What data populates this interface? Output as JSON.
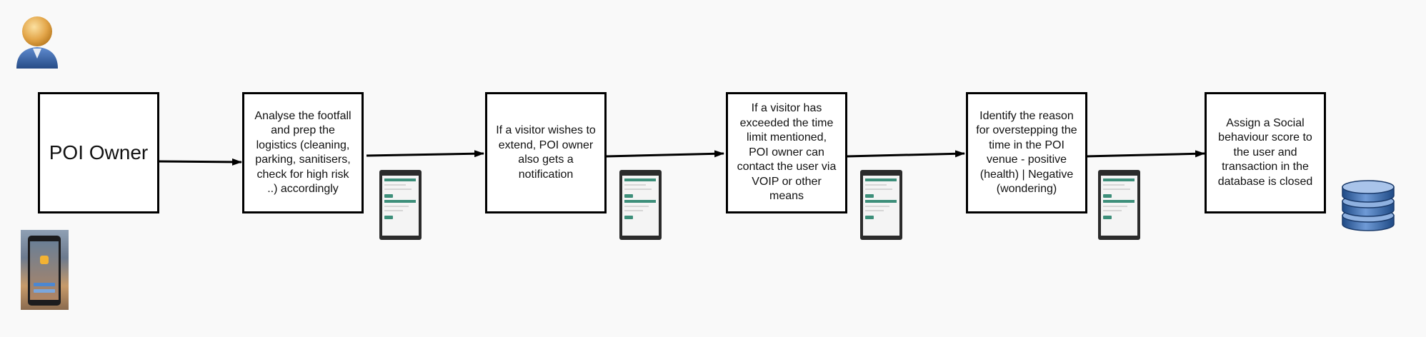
{
  "steps": [
    {
      "id": "poi-owner",
      "text": "POI Owner"
    },
    {
      "id": "analyse",
      "text": "Analyse the footfall and prep the logistics (cleaning, parking, sanitisers, check for high risk ..) accordingly"
    },
    {
      "id": "extend",
      "text": "If a visitor wishes to extend, POI owner also gets a notification"
    },
    {
      "id": "exceeded",
      "text": "If a visitor has exceeded the time limit mentioned, POI owner can contact the user via VOIP or other means"
    },
    {
      "id": "identify",
      "text": "Identify the reason for overstepping the time in the POI venue - positive (health) | Negative (wondering)"
    },
    {
      "id": "assign",
      "text": "Assign a Social behaviour score to the user and transaction in the database is closed"
    }
  ],
  "icons": {
    "actor": "user-icon",
    "mobile_app": "mobile-app-screenshot",
    "phone": "phone-screen-icon",
    "database": "database-icon"
  },
  "colors": {
    "box_border": "#000000",
    "arrow": "#000000",
    "user_head": "#e3a64a",
    "user_body": "#3d67a8",
    "database": "#2f5f9e",
    "phone_accent": "#3d8f7a"
  }
}
